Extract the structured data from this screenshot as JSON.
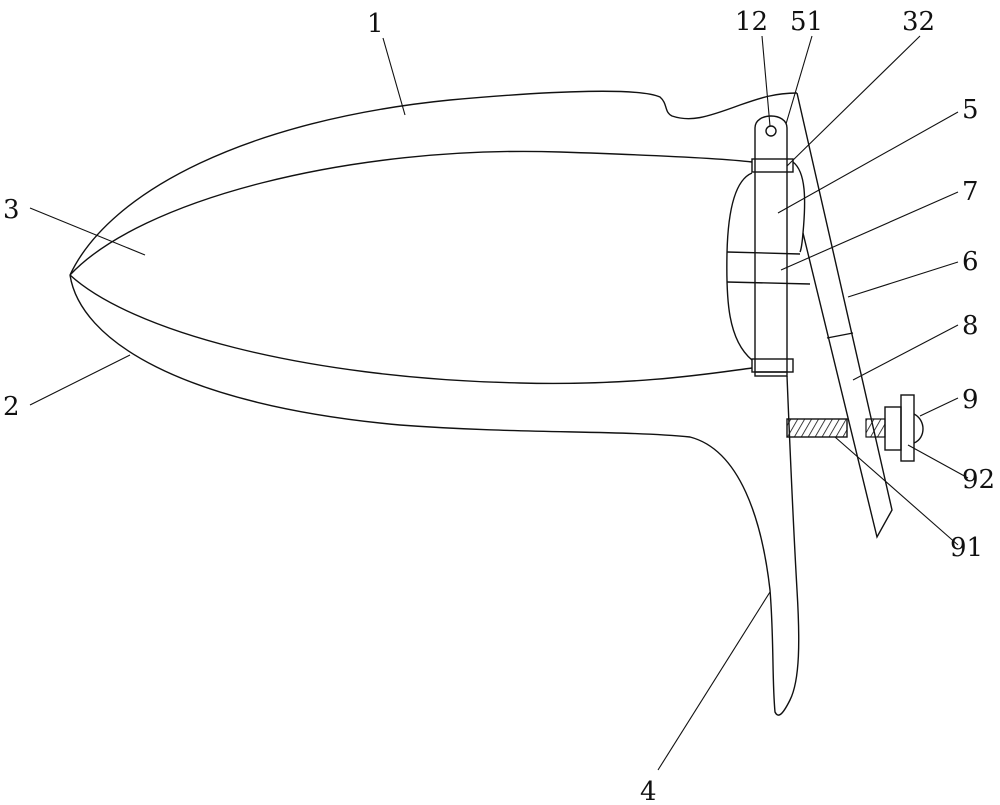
{
  "figure": {
    "labels": {
      "l1": "1",
      "l2": "2",
      "l3": "3",
      "l4": "4",
      "l5": "5",
      "l6": "6",
      "l7": "7",
      "l8": "8",
      "l9": "9",
      "l12": "12",
      "l32": "32",
      "l51": "51",
      "l91": "91",
      "l92": "92"
    }
  }
}
